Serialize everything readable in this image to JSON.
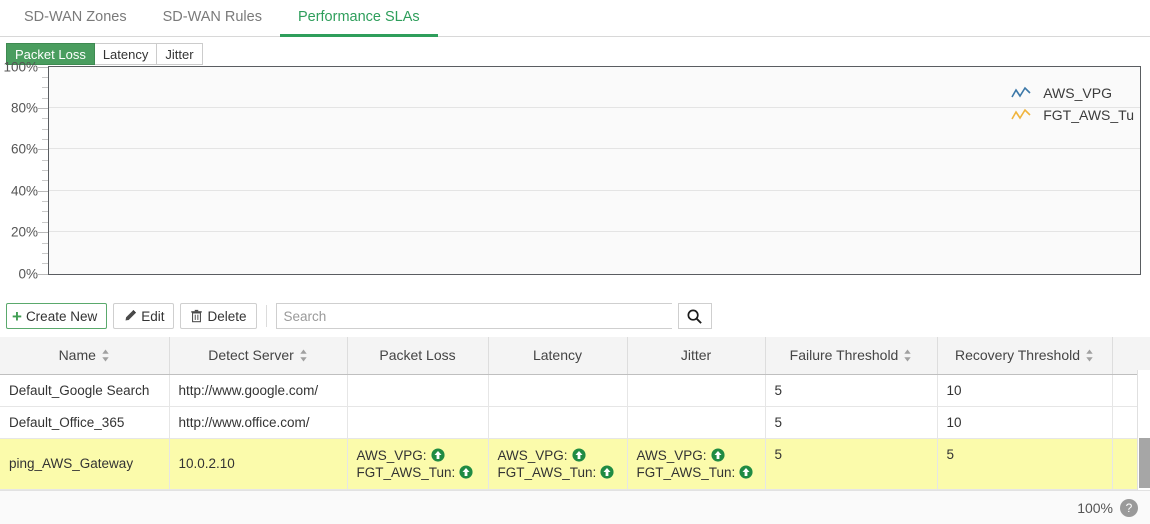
{
  "tabs": [
    {
      "label": "SD-WAN Zones",
      "active": false
    },
    {
      "label": "SD-WAN Rules",
      "active": false
    },
    {
      "label": "Performance SLAs",
      "active": true
    }
  ],
  "metric_toggle": {
    "buttons": [
      {
        "label": "Packet Loss",
        "active": true
      },
      {
        "label": "Latency",
        "active": false
      },
      {
        "label": "Jitter",
        "active": false
      }
    ]
  },
  "chart_data": {
    "type": "line",
    "title": "",
    "xlabel": "",
    "ylabel": "",
    "ylim": [
      0,
      100
    ],
    "y_tick_labels": [
      "100%",
      "80%",
      "60%",
      "40%",
      "20%",
      "0%"
    ],
    "y_ticks": [
      0,
      20,
      40,
      60,
      80,
      100
    ],
    "minor_tick_step": 5,
    "grid": true,
    "legend_position": "top-right",
    "series": [
      {
        "name": "AWS_VPG",
        "color": "#3c78a8",
        "values": []
      },
      {
        "name": "FGT_AWS_Tu",
        "color": "#f0b43c",
        "values": []
      }
    ]
  },
  "toolbar": {
    "create_label": "Create New",
    "edit_label": "Edit",
    "delete_label": "Delete",
    "search_placeholder": "Search",
    "search_value": ""
  },
  "table": {
    "columns": [
      {
        "label": "Name",
        "sortable": true
      },
      {
        "label": "Detect Server",
        "sortable": true
      },
      {
        "label": "Packet Loss",
        "sortable": false
      },
      {
        "label": "Latency",
        "sortable": false
      },
      {
        "label": "Jitter",
        "sortable": false
      },
      {
        "label": "Failure Threshold",
        "sortable": true
      },
      {
        "label": "Recovery Threshold",
        "sortable": true
      }
    ],
    "rows": [
      {
        "name": "Default_Google Search",
        "detect_server": "http://www.google.com/",
        "packet_loss": [],
        "latency": [],
        "jitter": [],
        "failure_threshold": "5",
        "recovery_threshold": "10",
        "selected": false
      },
      {
        "name": "Default_Office_365",
        "detect_server": "http://www.office.com/",
        "packet_loss": [],
        "latency": [],
        "jitter": [],
        "failure_threshold": "5",
        "recovery_threshold": "10",
        "selected": false
      },
      {
        "name": "ping_AWS_Gateway",
        "detect_server": "10.0.2.10",
        "packet_loss": [
          "AWS_VPG:",
          "FGT_AWS_Tun:"
        ],
        "latency": [
          "AWS_VPG:",
          "FGT_AWS_Tun:"
        ],
        "jitter": [
          "AWS_VPG:",
          "FGT_AWS_Tun:"
        ],
        "failure_threshold": "5",
        "recovery_threshold": "5",
        "selected": true
      }
    ]
  },
  "status_bar": {
    "zoom": "100%",
    "help_badge": "?"
  },
  "colors": {
    "accent_green": "#2e9e5b",
    "active_button": "#4a9d5f",
    "selected_row": "#fbfbab",
    "status_up": "#1f8b43"
  }
}
